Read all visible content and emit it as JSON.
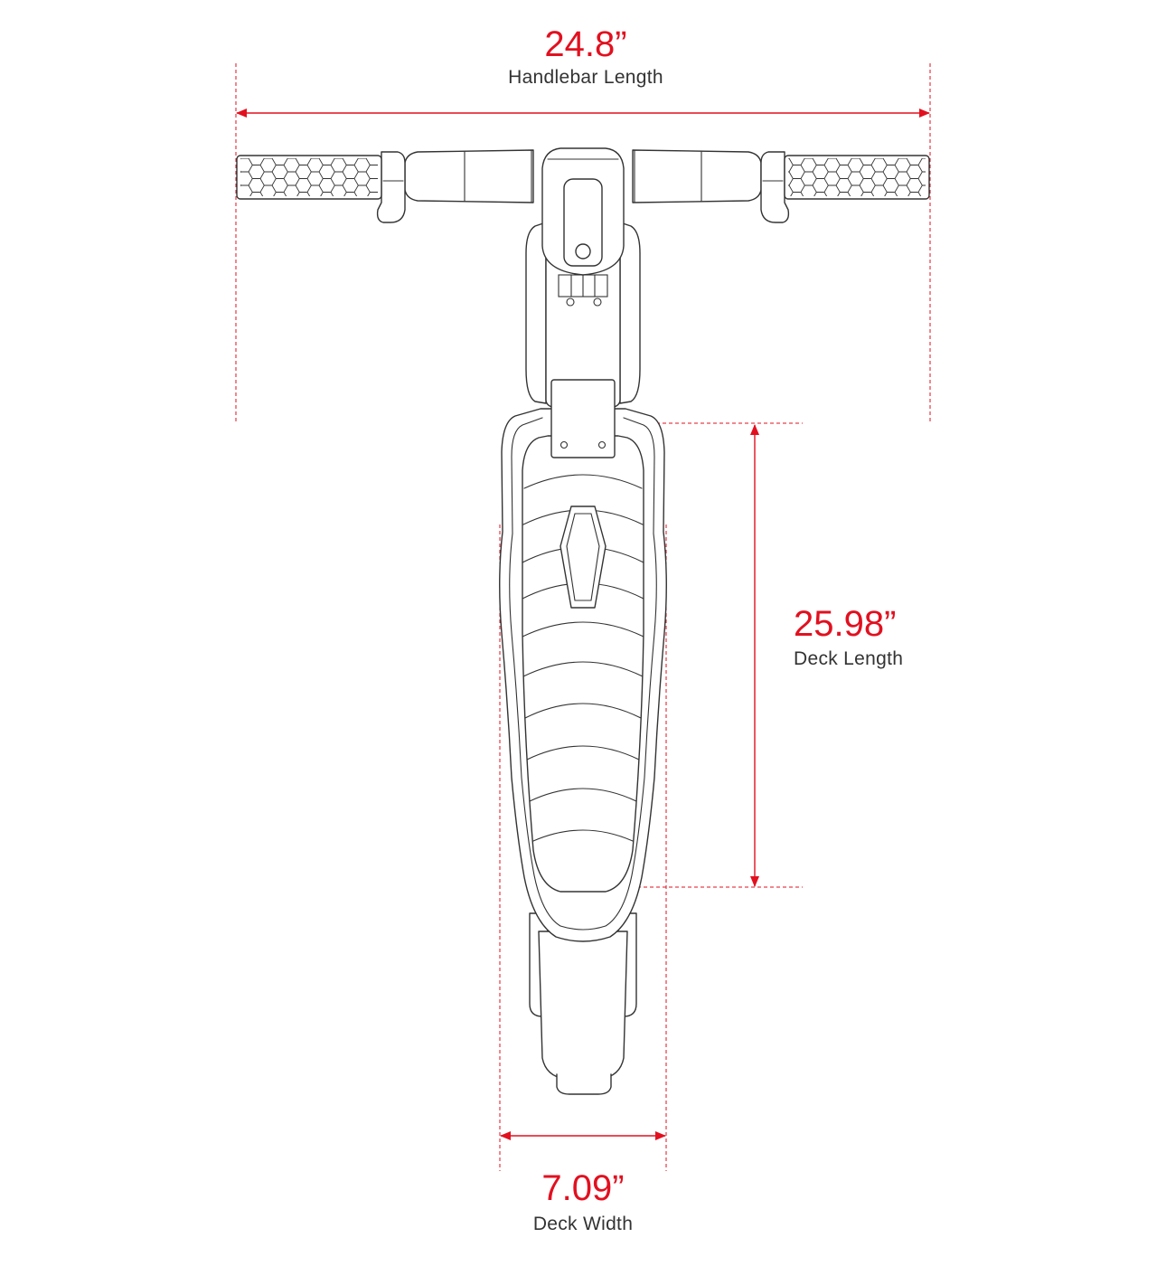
{
  "dimensions": {
    "handlebar": {
      "value": "24.8”",
      "label": "Handlebar Length"
    },
    "deck_length": {
      "value": "25.98”",
      "label": "Deck Length"
    },
    "deck_width": {
      "value": "7.09”",
      "label": "Deck Width"
    }
  },
  "colors": {
    "accent": "#e2101f",
    "line": "#333333",
    "background": "#ffffff"
  }
}
